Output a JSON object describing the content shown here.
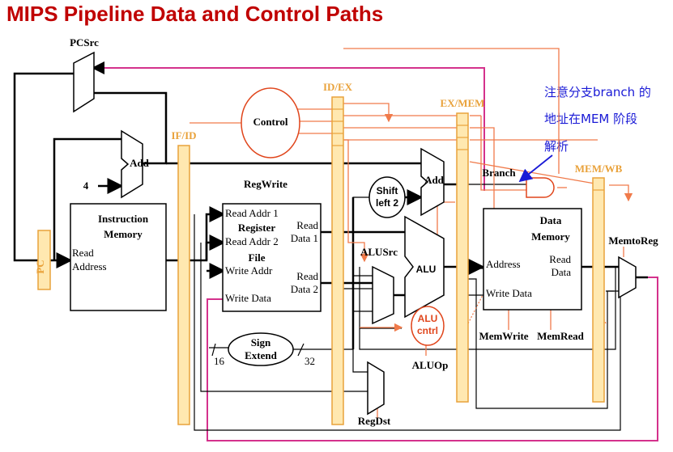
{
  "title": "MIPS Pipeline Data and Control Paths",
  "annotation": {
    "line1": "注意分支branch 的",
    "line2": "地址在MEM 阶段",
    "line3": "解析"
  },
  "registers": {
    "pc": "PC",
    "if_id": "IF/ID",
    "id_ex": "ID/EX",
    "ex_mem": "EX/MEM",
    "mem_wb": "MEM/WB"
  },
  "signals": {
    "pcsrc": "PCSrc",
    "regwrite": "RegWrite",
    "alusrc": "ALUSrc",
    "branch": "Branch",
    "memwrite": "MemWrite",
    "memread": "MemRead",
    "memtoreg": "MemtoReg",
    "aluop": "ALUOp",
    "regdst": "RegDst"
  },
  "blocks": {
    "add_label": "Add",
    "add2_label": "Add",
    "constant_four": "4",
    "control": "Control",
    "instr_mem_title1": "Instruction",
    "instr_mem_title2": "Memory",
    "instr_read": "Read",
    "instr_address": "Address",
    "reg_read_addr1": "Read Addr 1",
    "reg_read_addr2": "Read Addr 2",
    "reg_write_addr": "Write Addr",
    "reg_write_data": "Write Data",
    "reg_title1": "Register",
    "reg_title2": "File",
    "reg_read_data1_a": "Read",
    "reg_read_data1_b": "Data 1",
    "reg_read_data2_a": "Read",
    "reg_read_data2_b": "Data 2",
    "shift_a": "Shift",
    "shift_b": "left 2",
    "alu": "ALU",
    "alu_cntrl_a": "ALU",
    "alu_cntrl_b": "cntrl",
    "sign_a": "Sign",
    "sign_b": "Extend",
    "bits16": "16",
    "bits32": "32",
    "dmem_title1": "Data",
    "dmem_title2": "Memory",
    "dmem_address": "Address",
    "dmem_read_a": "Read",
    "dmem_read_b": "Data",
    "dmem_write_data": "Write Data"
  },
  "colors": {
    "title": "#c00000",
    "annotation": "#1a1ad6",
    "pipeline_register": "#ffe8b0",
    "pipeline_outline": "#e9a23b",
    "control_lines": "#f07a4a",
    "feedback": "#d4318c",
    "datapath": "#000000"
  }
}
